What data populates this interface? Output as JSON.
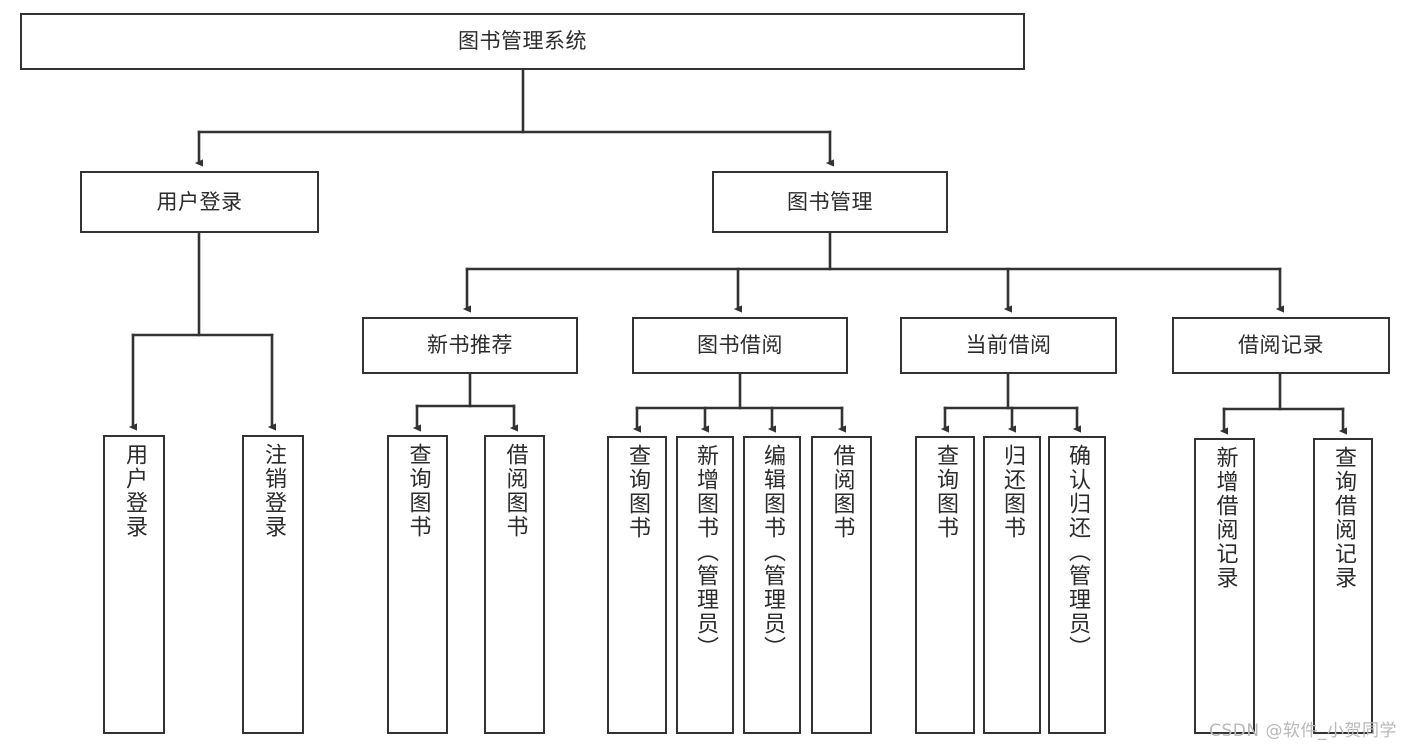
{
  "diagram": {
    "type": "hierarchy-tree",
    "title": "图书管理系统",
    "background_color": "#ffffff",
    "line_color": "#333333",
    "text_color": "#2b2b2b",
    "root": {
      "id": "root",
      "label": "图书管理系统"
    },
    "level2": [
      {
        "id": "user-login",
        "label": "用户登录"
      },
      {
        "id": "book-manage",
        "label": "图书管理"
      }
    ],
    "level3": [
      {
        "id": "new-book-recommend",
        "label": "新书推荐"
      },
      {
        "id": "book-borrow",
        "label": "图书借阅"
      },
      {
        "id": "current-borrow",
        "label": "当前借阅"
      },
      {
        "id": "borrow-record",
        "label": "借阅记录"
      }
    ],
    "leaves": {
      "user_login": [
        {
          "id": "leaf-user-login",
          "label": "用户登录"
        },
        {
          "id": "leaf-logout",
          "label": "注销登录"
        }
      ],
      "new_book_recommend": [
        {
          "id": "leaf-query-book-1",
          "label": "查询图书"
        },
        {
          "id": "leaf-borrow-book-1",
          "label": "借阅图书"
        }
      ],
      "book_borrow": [
        {
          "id": "leaf-query-book-2",
          "label": "查询图书"
        },
        {
          "id": "leaf-add-book",
          "label": "新增图书（管理员）"
        },
        {
          "id": "leaf-edit-book",
          "label": "编辑图书（管理员）"
        },
        {
          "id": "leaf-borrow-book-2",
          "label": "借阅图书"
        }
      ],
      "current_borrow": [
        {
          "id": "leaf-query-book-3",
          "label": "查询图书"
        },
        {
          "id": "leaf-return-book",
          "label": "归还图书"
        },
        {
          "id": "leaf-confirm-return",
          "label": "确认归还（管理员）"
        }
      ],
      "borrow_record": [
        {
          "id": "leaf-add-record",
          "label": "新增借阅记录"
        },
        {
          "id": "leaf-query-record",
          "label": "查询借阅记录"
        }
      ]
    }
  },
  "watermark": {
    "text": "CSDN @软件_小贺同学"
  }
}
